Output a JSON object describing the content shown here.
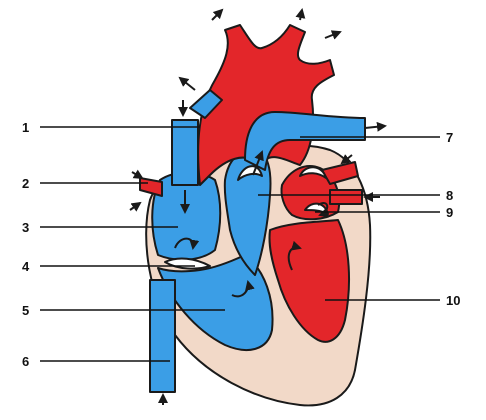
{
  "colors": {
    "oxygenated": "#e3262a",
    "deoxygenated": "#3b9ee6",
    "wall": "#f2d9c8",
    "outline": "#1a1a1a"
  },
  "labels": [
    {
      "id": "label-1",
      "text": "1"
    },
    {
      "id": "label-2",
      "text": "2"
    },
    {
      "id": "label-3",
      "text": "3"
    },
    {
      "id": "label-4",
      "text": "4"
    },
    {
      "id": "label-5",
      "text": "5"
    },
    {
      "id": "label-6",
      "text": "6"
    },
    {
      "id": "label-7",
      "text": "7"
    },
    {
      "id": "label-8",
      "text": "8"
    },
    {
      "id": "label-9",
      "text": "9"
    },
    {
      "id": "label-10",
      "text": "10"
    }
  ]
}
